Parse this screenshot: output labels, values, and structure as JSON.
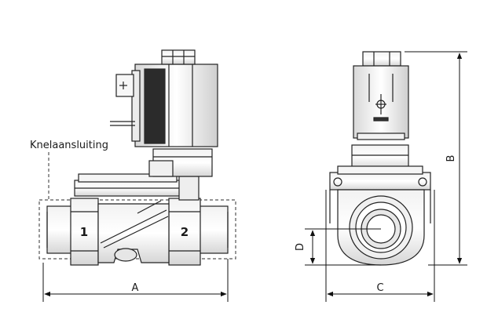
{
  "callout": {
    "text": "Knelaansluiting"
  },
  "ports": {
    "inlet": "1",
    "outlet": "2"
  },
  "dimensions": {
    "a": "A",
    "b": "B",
    "c": "C",
    "d": "D"
  }
}
